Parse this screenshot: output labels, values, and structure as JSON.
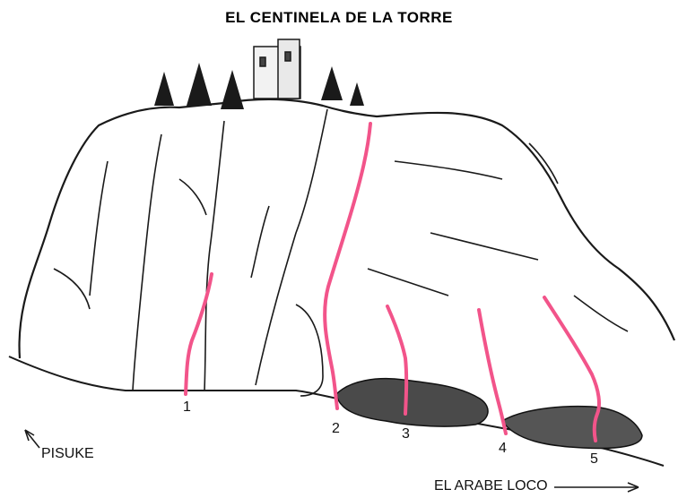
{
  "title": "EL CENTINELA DE LA TORRE",
  "labels": {
    "left_direction": "PISUKE",
    "right_direction": "EL ARABE LOCO"
  },
  "routes": [
    {
      "number": "1"
    },
    {
      "number": "2"
    },
    {
      "number": "3"
    },
    {
      "number": "4"
    },
    {
      "number": "5"
    }
  ],
  "colors": {
    "route_line": "#f2548a",
    "ink": "#1a1a1a",
    "background": "#ffffff"
  }
}
